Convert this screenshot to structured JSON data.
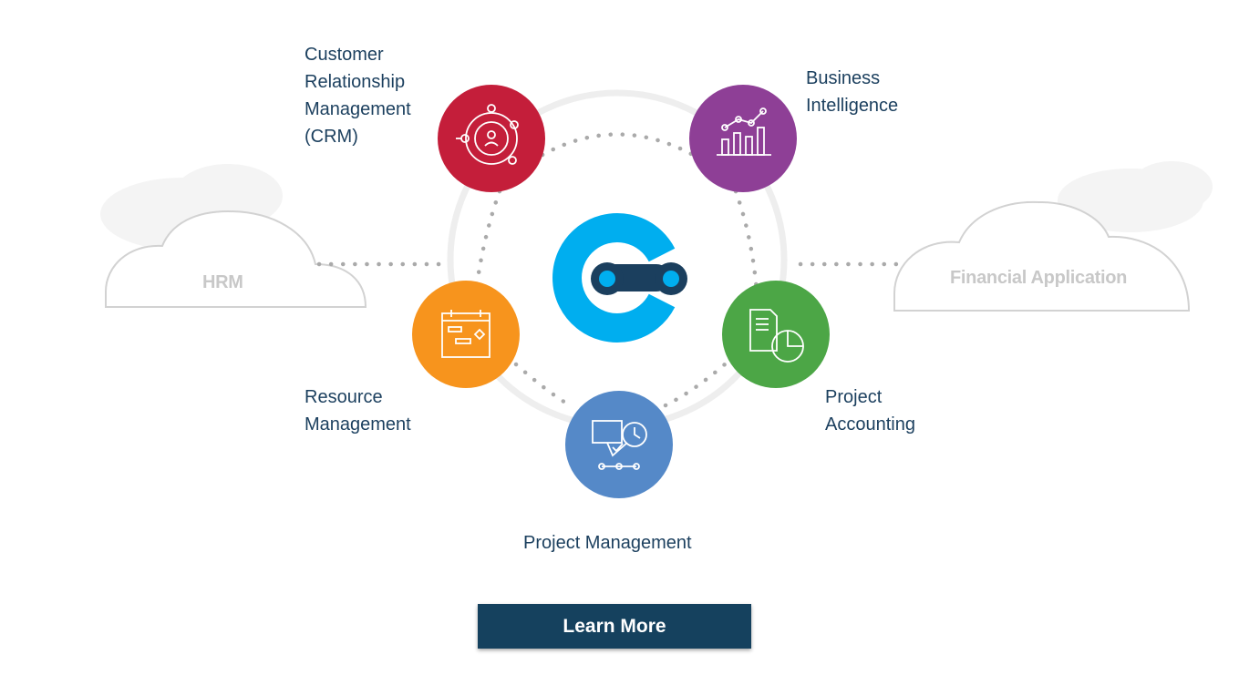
{
  "modules": {
    "crm": {
      "label": "Customer\nRelationship\nManagement\n(CRM)",
      "color": "#c41e3a",
      "icon": "crm-target-person-icon"
    },
    "bi": {
      "label": "Business\nIntelligence",
      "color": "#8e3f96",
      "icon": "bar-chart-trend-icon"
    },
    "resource": {
      "label": "Resource\nManagement",
      "color": "#f7941d",
      "icon": "gantt-board-icon"
    },
    "accounting": {
      "label": "Project\nAccounting",
      "color": "#4ca646",
      "icon": "invoice-pie-icon"
    },
    "project": {
      "label": "Project Management",
      "color": "#5589c8",
      "icon": "chat-clock-timeline-icon"
    }
  },
  "clouds": {
    "hrm": "HRM",
    "financial": "Financial Application"
  },
  "hub": {
    "icon": "connector-logo-icon",
    "color_primary": "#00aeef",
    "color_dark": "#1b3f5e"
  },
  "cta": {
    "label": "Learn More"
  }
}
